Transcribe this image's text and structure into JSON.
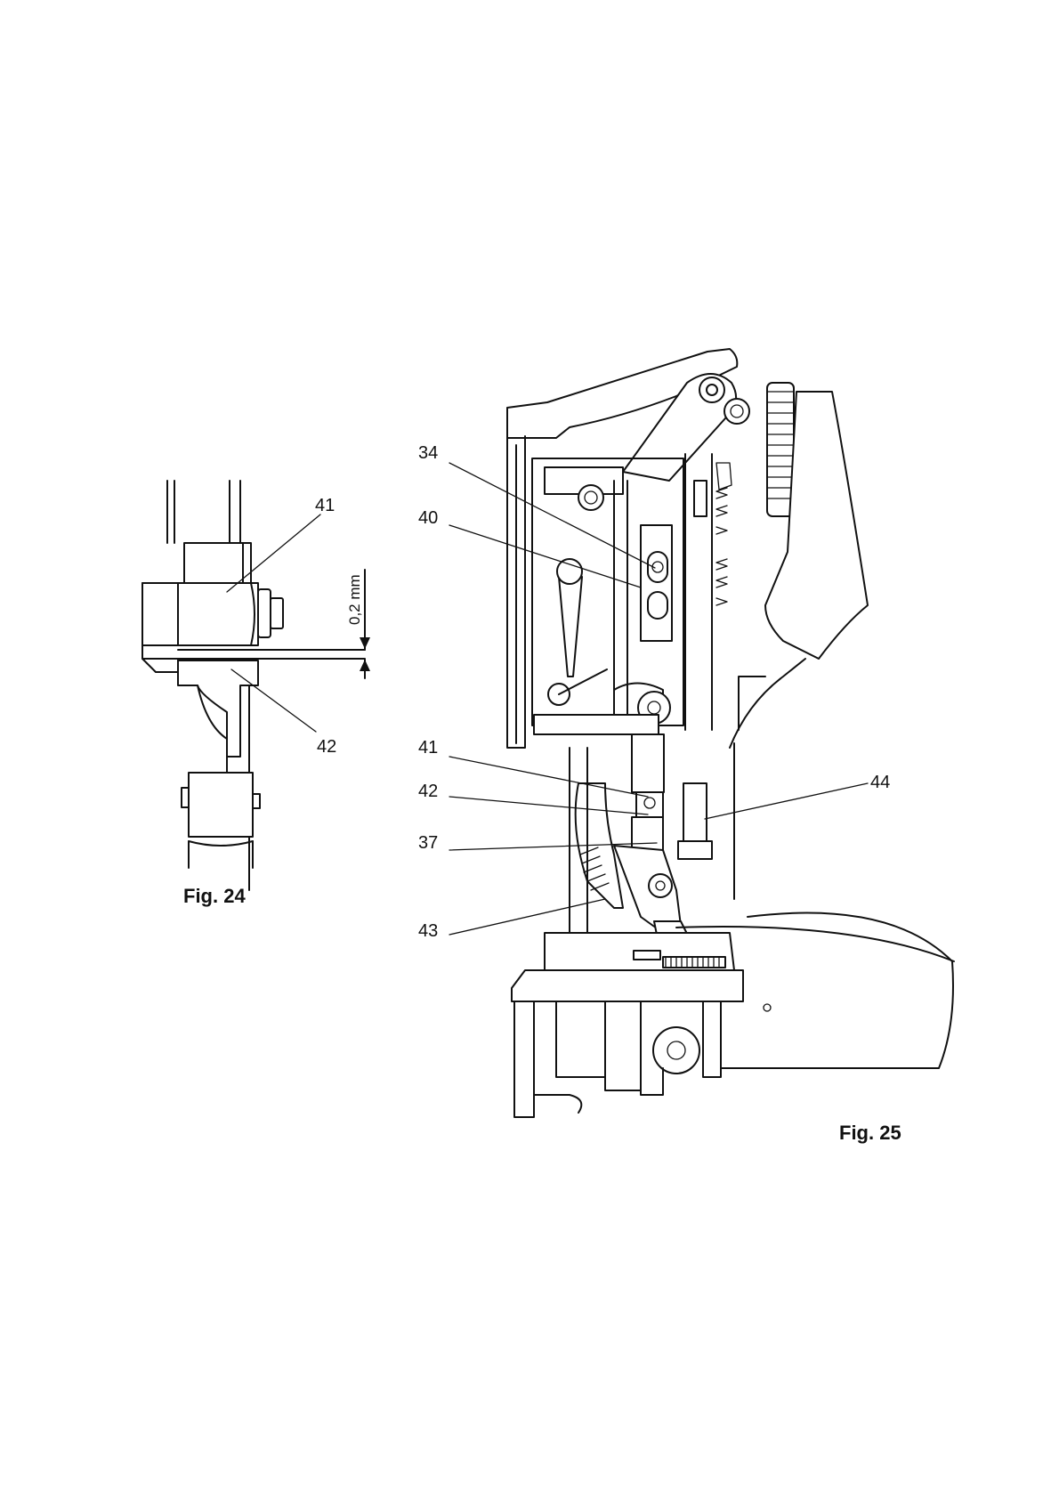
{
  "figures": {
    "fig24": {
      "caption": "Fig. 24",
      "labels": {
        "part_41": "41",
        "part_42": "42"
      },
      "dimension": "0,2 mm"
    },
    "fig25": {
      "caption": "Fig. 25",
      "labels": {
        "part_34": "34",
        "part_40": "40",
        "part_41": "41",
        "part_42": "42",
        "part_37": "37",
        "part_43": "43",
        "part_44": "44"
      }
    }
  }
}
